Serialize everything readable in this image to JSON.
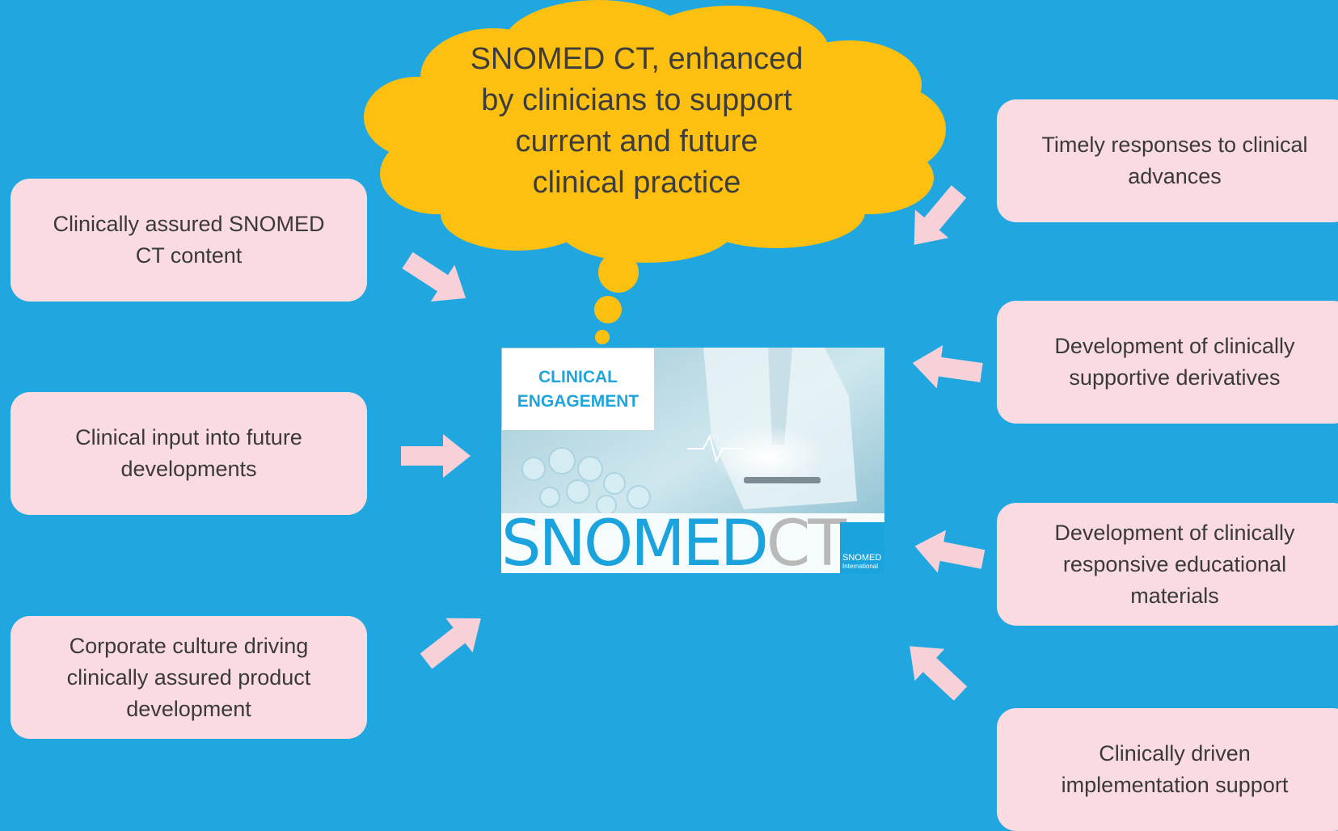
{
  "thought_cloud": {
    "lines": [
      "SNOMED CT, enhanced",
      "by clinicians to support",
      "current and future",
      "clinical practice"
    ]
  },
  "left_boxes": [
    {
      "lines": [
        "Clinically assured SNOMED",
        "CT content"
      ]
    },
    {
      "lines": [
        "Clinical input into future",
        "developments"
      ]
    },
    {
      "lines": [
        "Corporate culture driving",
        "clinically assured product",
        "development"
      ]
    }
  ],
  "right_boxes": [
    {
      "lines": [
        "Timely responses to clinical",
        "advances"
      ]
    },
    {
      "lines": [
        "Development of clinically",
        "supportive derivatives"
      ]
    },
    {
      "lines": [
        "Development of clinically",
        "responsive educational",
        "materials"
      ]
    },
    {
      "lines": [
        "Clinically driven",
        "implementation support"
      ]
    }
  ],
  "center_image": {
    "badge_line1": "CLINICAL",
    "badge_line2": "ENGAGEMENT",
    "wordmark_snomed": "SNOMED",
    "wordmark_ct": "CT",
    "logo_line1": "SNOMED",
    "logo_line2": "International"
  },
  "colors": {
    "background": "#21a7e0",
    "box_fill": "#fadbe1",
    "cloud_fill": "#fdc010",
    "arrow_fill": "#f7d0d8",
    "brand_blue": "#1aa3dc"
  }
}
